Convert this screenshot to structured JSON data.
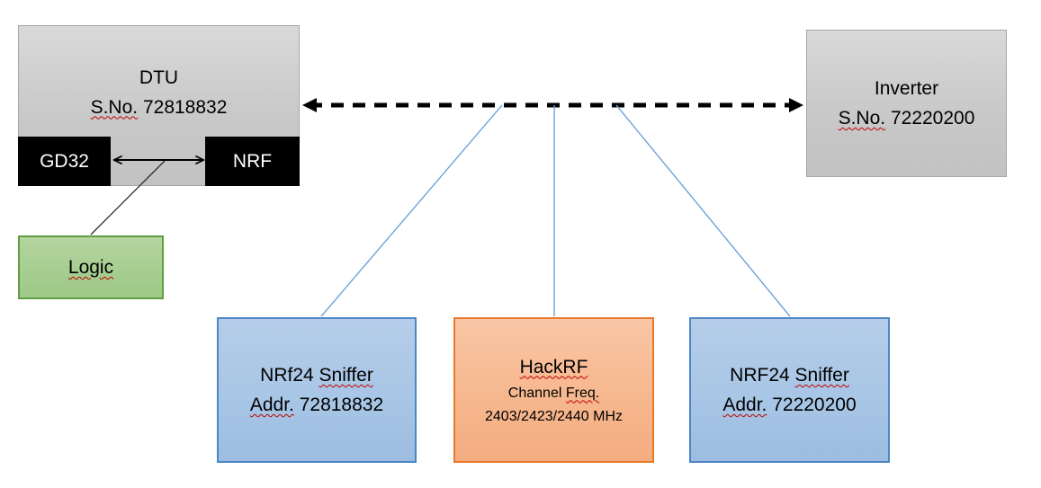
{
  "diagram": {
    "dtu": {
      "title": "DTU",
      "serial_label": "S.No.",
      "serial_value": " 72818832",
      "gd32_label": "GD32",
      "nrf_label": "NRF"
    },
    "logic": {
      "label": "Logic"
    },
    "inverter": {
      "title": "Inverter",
      "serial_label": "S.No.",
      "serial_value": " 72220200"
    },
    "sniffer_left": {
      "name_prefix": "NRf24 ",
      "name_marked": "Sniffer",
      "addr_label": "Addr.",
      "addr_value": " 72818832"
    },
    "hackrf": {
      "title": "HackRF",
      "channel_prefix": "Channel ",
      "channel_marked": "Freq.",
      "frequencies": "2403/2423/2440 MHz"
    },
    "sniffer_right": {
      "name_prefix": "NRF24 ",
      "name_marked": "Sniffer",
      "addr_label": "Addr.",
      "addr_value": " 72220200"
    }
  },
  "colors": {
    "gray_fill": "#c9c9c9",
    "gray_border": "#a6a6a6",
    "black_chip": "#000000",
    "green_fill": "#a6cd90",
    "green_border": "#5f9e41",
    "blue_fill": "#a7c5e5",
    "blue_border": "#4d86c6",
    "orange_fill": "#f6b68c",
    "orange_border": "#e8792a",
    "connector_blue": "#71a3d7",
    "spellcheck_red": "#c00000",
    "arrow_black": "#000000"
  }
}
